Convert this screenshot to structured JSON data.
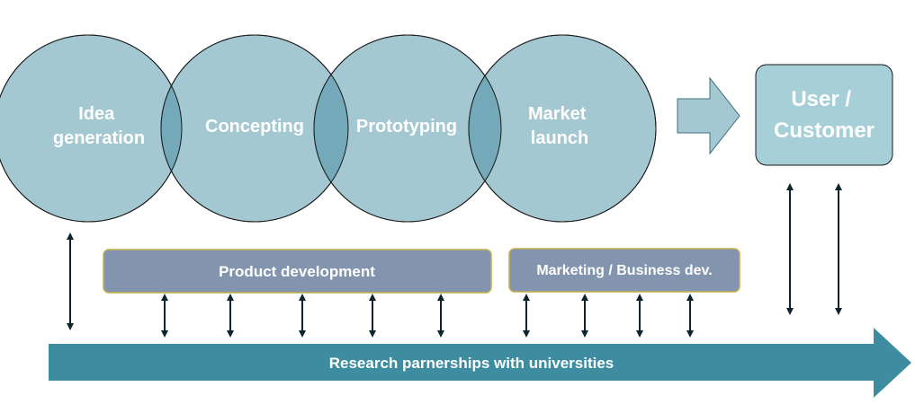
{
  "stages": [
    {
      "lines": [
        "Idea",
        "generation"
      ]
    },
    {
      "lines": [
        "Concepting"
      ]
    },
    {
      "lines": [
        "Prototyping"
      ]
    },
    {
      "lines": [
        "Market",
        "launch"
      ]
    }
  ],
  "customer_box": {
    "lines": [
      "User /",
      "Customer"
    ]
  },
  "product_development": "Product  development",
  "marketing": "Marketing  / Business dev.",
  "research_arrow": "Research parnerships  with universities",
  "colors": {
    "circle_fill": "#a3c8d1",
    "circle_overlap": "#73a9b8",
    "customer_fill": "#a6cfd7",
    "bar_fill": "#8395ae",
    "bar_stroke": "#c5ad4b",
    "research_fill": "#3e8c9f",
    "arrow_stroke": "#0c2430"
  }
}
